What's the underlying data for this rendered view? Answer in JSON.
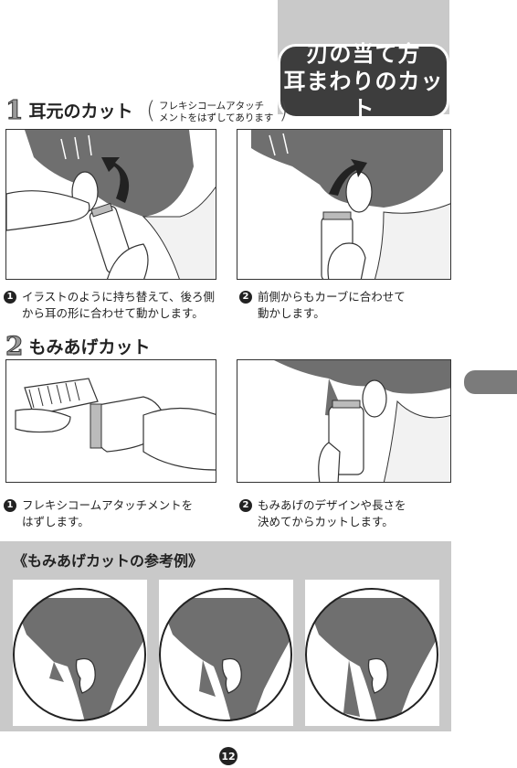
{
  "header": {
    "line1": "刃の当て方",
    "line2": "耳まわりのカット"
  },
  "section1": {
    "number": "1",
    "title": "耳元のカット",
    "note_line1": "フレキシコームアタッチ",
    "note_line2": "メントをはずしてあります",
    "steps": [
      {
        "num": "1",
        "line1": "イラストのように持ち替えて、後ろ側",
        "line2": "から耳の形に合わせて動かします。"
      },
      {
        "num": "2",
        "line1": "前側からもカーブに合わせて",
        "line2": "動かします。"
      }
    ]
  },
  "section2": {
    "number": "2",
    "title": "もみあげカット",
    "steps": [
      {
        "num": "1",
        "line1": "フレキシコームアタッチメントを",
        "line2": "はずします。"
      },
      {
        "num": "2",
        "line1": "もみあげのデザインや長さを",
        "line2": "決めてからカットします。"
      }
    ]
  },
  "reference": {
    "title": "《もみあげカットの参考例》"
  },
  "page_number": "12",
  "colors": {
    "panel_gray": "#c9c9c9",
    "badge_dark": "#3d3d3d",
    "hair_gray": "#6f6f6f",
    "side_tab": "#7b7b7b"
  },
  "icons": [
    "curved-arrow-icon",
    "trimmer-icon",
    "comb-attachment-icon",
    "ear-icon"
  ]
}
